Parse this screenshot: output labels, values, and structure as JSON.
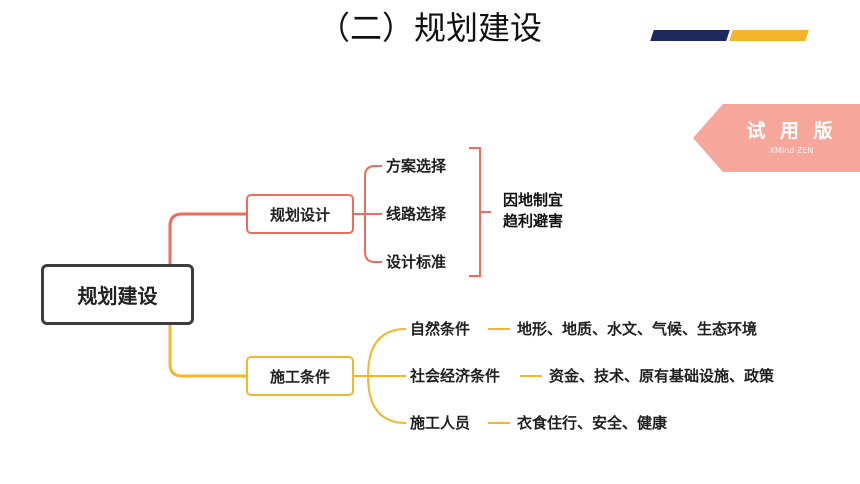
{
  "title": "（二）规划建设",
  "watermark": {
    "label": "试 用 版",
    "sub": "XMind·ZEN",
    "color": "#f7a69c"
  },
  "colors": {
    "accent_navy": "#1e2a5e",
    "accent_gold": "#f5b52a",
    "branch_red": "#ef6b5c",
    "branch_gold": "#f3b72b"
  },
  "mindmap": {
    "root": "规划建设",
    "branches": [
      {
        "label": "规划设计",
        "children": [
          "方案选择",
          "线路选择",
          "设计标准"
        ],
        "summary": [
          "因地制宜",
          "趋利避害"
        ]
      },
      {
        "label": "施工条件",
        "children": [
          {
            "label": "自然条件",
            "detail": "地形、地质、水文、气候、生态环境"
          },
          {
            "label": "社会经济条件",
            "detail": "资金、技术、原有基础设施、政策"
          },
          {
            "label": "施工人员",
            "detail": "衣食住行、安全、健康"
          }
        ]
      }
    ]
  }
}
